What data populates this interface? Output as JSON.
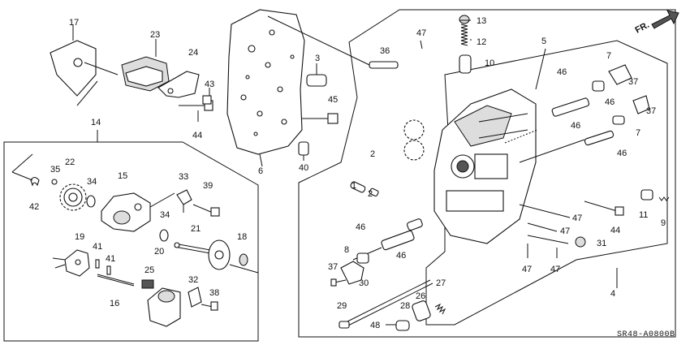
{
  "diagram": {
    "code": "SR48-A0800B",
    "direction": "FR.",
    "labels": {
      "p1": "1",
      "p2a": "2",
      "p2b": "2",
      "p4": "4",
      "p5": "5",
      "p6": "6",
      "p7a": "7",
      "p7b": "7",
      "p8": "8",
      "p9": "9",
      "p10": "10",
      "p11": "11",
      "p12": "12",
      "p13": "13",
      "p14": "14",
      "p15": "15",
      "p16": "16",
      "p17": "17",
      "p18": "18",
      "p19": "19",
      "p20": "20",
      "p21": "21",
      "p22": "22",
      "p23": "23",
      "p24": "24",
      "p25": "25",
      "p26": "26",
      "p27": "27",
      "p28": "28",
      "p29": "29",
      "p30": "30",
      "p31": "31",
      "p32": "32",
      "p33": "33",
      "p34a": "34",
      "p34b": "34",
      "p35": "35",
      "p36": "36",
      "p37a": "37",
      "p37b": "37",
      "p37c": "37",
      "p38": "38",
      "p39": "39",
      "p40": "40",
      "p41a": "41",
      "p41b": "41",
      "p42": "42",
      "p43": "43",
      "p44a": "44",
      "p44b": "44",
      "p45": "45",
      "p46a": "46",
      "p46b": "46",
      "p46c": "46",
      "p46d": "46",
      "p46e": "46",
      "p46f": "46",
      "p47a": "47",
      "p47b": "47",
      "p47c": "47",
      "p47d": "47",
      "p47e": "47",
      "p48": "48",
      "p3": "3"
    }
  }
}
